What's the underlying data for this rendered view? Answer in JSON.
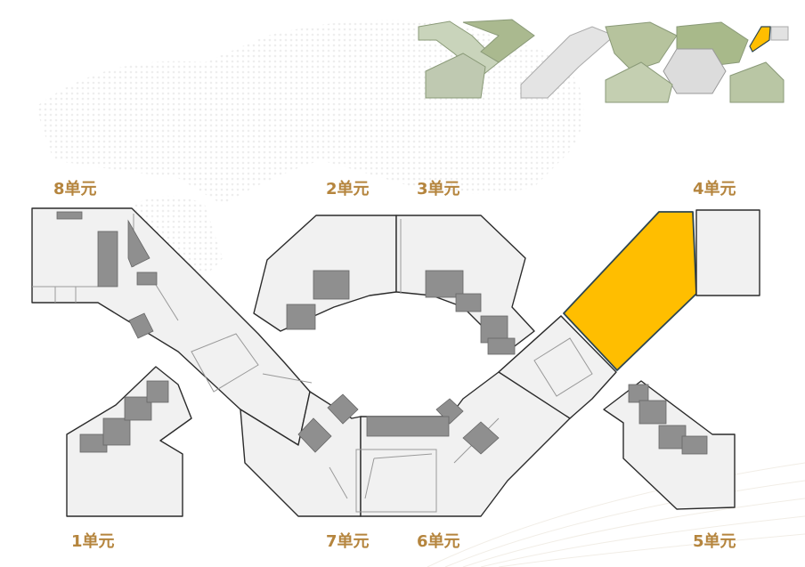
{
  "colors": {
    "accent_label": "#b5853e",
    "highlight_unit": "#ffbe00",
    "highlight_stroke": "#2d4650",
    "wall": "#2b2b2b",
    "floor": "#f1f1f1",
    "core": "#8f8f8f",
    "key_map_green": "#9eb37a"
  },
  "units": [
    {
      "id": "8",
      "label": "8单元",
      "selected": false
    },
    {
      "id": "2",
      "label": "2单元",
      "selected": false
    },
    {
      "id": "3",
      "label": "3单元",
      "selected": false
    },
    {
      "id": "4",
      "label": "4单元",
      "selected": true
    },
    {
      "id": "1",
      "label": "1单元",
      "selected": false
    },
    {
      "id": "7",
      "label": "7单元",
      "selected": false
    },
    {
      "id": "6",
      "label": "6单元",
      "selected": false
    },
    {
      "id": "5",
      "label": "5单元",
      "selected": false
    }
  ],
  "key_map": {
    "icon": "site-key-map-icon",
    "highlighted_unit": "4"
  },
  "decor": {
    "icon": "dotted-world-map-icon"
  }
}
